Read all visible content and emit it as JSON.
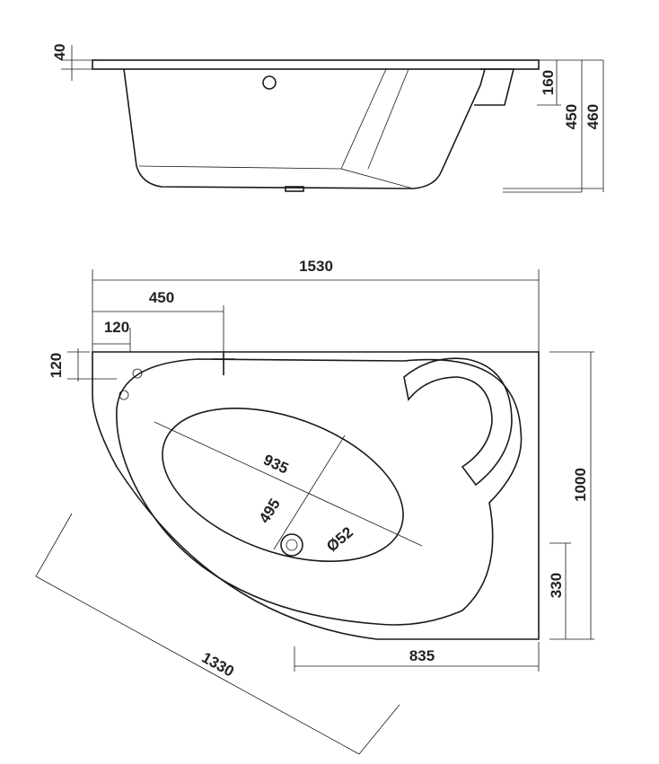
{
  "side_view": {
    "dims": {
      "rim": "40",
      "depth_front": "160",
      "inner_height": "450",
      "total_height": "460"
    }
  },
  "top_view": {
    "dims": {
      "width": "1530",
      "tap_offset": "450",
      "overflow_offset_x": "120",
      "overflow_offset_y": "120",
      "depth": "1000",
      "side_depth": "330",
      "front_width": "835",
      "diagonal": "1330",
      "inner_length": "935",
      "inner_width": "495",
      "drain_diameter": "Ø52"
    }
  },
  "colors": {
    "line": "#1a1a1a",
    "background": "#ffffff"
  }
}
